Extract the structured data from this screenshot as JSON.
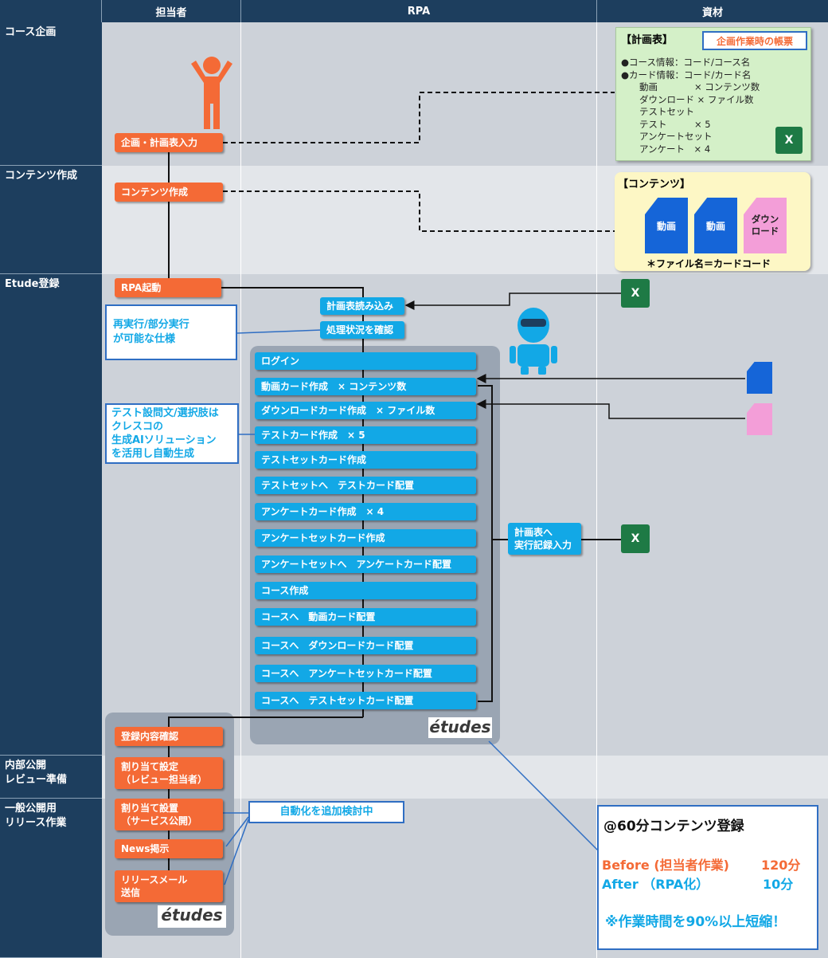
{
  "columns": {
    "tantou": "担当者",
    "rpa": "RPA",
    "shizai": "資材"
  },
  "lanes": [
    {
      "label": "コース企画"
    },
    {
      "label": "コンテンツ作成"
    },
    {
      "label": "Etude登録"
    },
    {
      "label": "内部公開\nレビュー準備"
    },
    {
      "label": "一般公開用\nリリース作業"
    }
  ],
  "tasks": {
    "kikaku": "企画・計画表入力",
    "contents": "コンテンツ作成",
    "rpa_start": "RPA起動",
    "confirm": "登録内容確認",
    "assign_review": "割り当て設定\n（レビュー担当者）",
    "assign_public": "割り当て設置\n（サービス公開）",
    "news": "News掲示",
    "release_mail": "リリースメール\n送信"
  },
  "rpa": {
    "read_plan": "計画表読み込み",
    "check_status": "処理状況を確認",
    "steps": [
      "ログイン",
      "動画カード作成　× コンテンツ数",
      "ダウンロードカード作成　× ファイル数",
      "テストカード作成　× 5",
      "テストセットカード作成",
      "テストセットへ　テストカード配置",
      "アンケートカード作成　× 4",
      "アンケートセットカード作成",
      "アンケートセットへ　アンケートカード配置",
      "コース作成",
      "コースへ　動画カード配置",
      "コースへ　ダウンロードカード配置",
      "コースへ　アンケートセットカード配置",
      "コースへ　テストセットカード配置"
    ],
    "record": "計画表へ\n実行記録入力",
    "brand": "études"
  },
  "notes": {
    "rerun": "再実行/部分実行\nが可能な仕様",
    "ai": "テスト設問文/選択肢は\nクレスコの\n生成AIソリューション\nを活用し自動生成",
    "automation": "自動化を追加検討中"
  },
  "plan_sheet": {
    "title": "【計画表】",
    "badge": "企画作業時の帳票",
    "lines": [
      "●コース情報：コード/コース名",
      "●カード情報：コード/カード名",
      "　　動画　　　　× コンテンツ数",
      "　　ダウンロード × ファイル数",
      "　　テストセット",
      "　　テスト　　　× 5",
      "　　アンケートセット",
      "　　アンケート　× 4"
    ]
  },
  "contents_box": {
    "title": "【コンテンツ】",
    "doc1": "動画",
    "doc2": "動画",
    "doc3": "ダウン\nロード",
    "footnote": "＊ファイル名＝カードコード"
  },
  "result": {
    "heading": "@60分コンテンツ登録",
    "before_label": "Before (担当者作業)",
    "before_value": "120分",
    "after_label": "After （RPA化）",
    "after_value": "10分",
    "summary": "※作業時間を90%以上短縮！"
  },
  "excel_letter": "X",
  "colors": {
    "navy": "#1d3e5e",
    "orange": "#f46a36",
    "cyan": "#12a8e6",
    "green_note": "#d4f0c8",
    "yellow_note": "#fdf7c5"
  }
}
